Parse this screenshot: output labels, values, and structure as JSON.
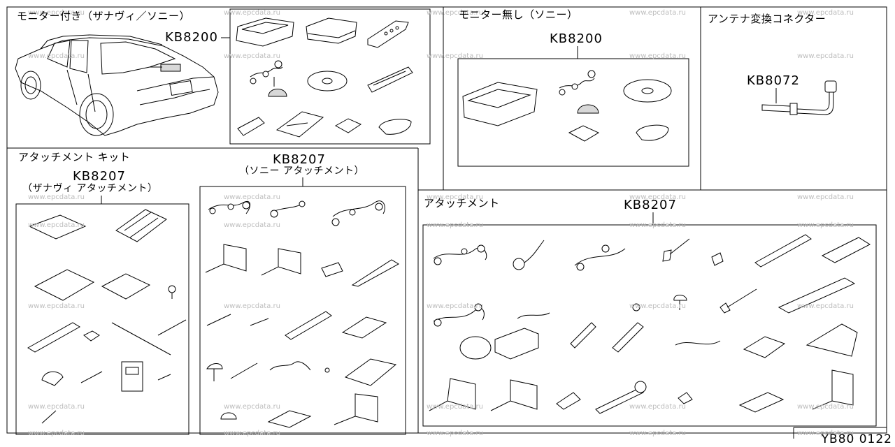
{
  "sections": {
    "monitor_with": {
      "title": "モニター付き（ザナヴィ／ソニー）",
      "code": "KB8200"
    },
    "monitor_without": {
      "title": "モニター無し（ソニー）",
      "code": "KB8200"
    },
    "antenna": {
      "title": "アンテナ変換コネクター",
      "code": "KB8072"
    },
    "attachment_kit": {
      "title": "アタッチメント キット",
      "code": "KB8207",
      "subtitle": "（ザナヴィ アタッチメント）"
    },
    "sony_attachment": {
      "code": "KB8207",
      "subtitle": "（ソニー アタッチメント）"
    },
    "attachment": {
      "title": "アタッチメント",
      "code": "KB8207"
    }
  },
  "watermark": "www.epcdata.ru",
  "reference": "YB80 0122"
}
